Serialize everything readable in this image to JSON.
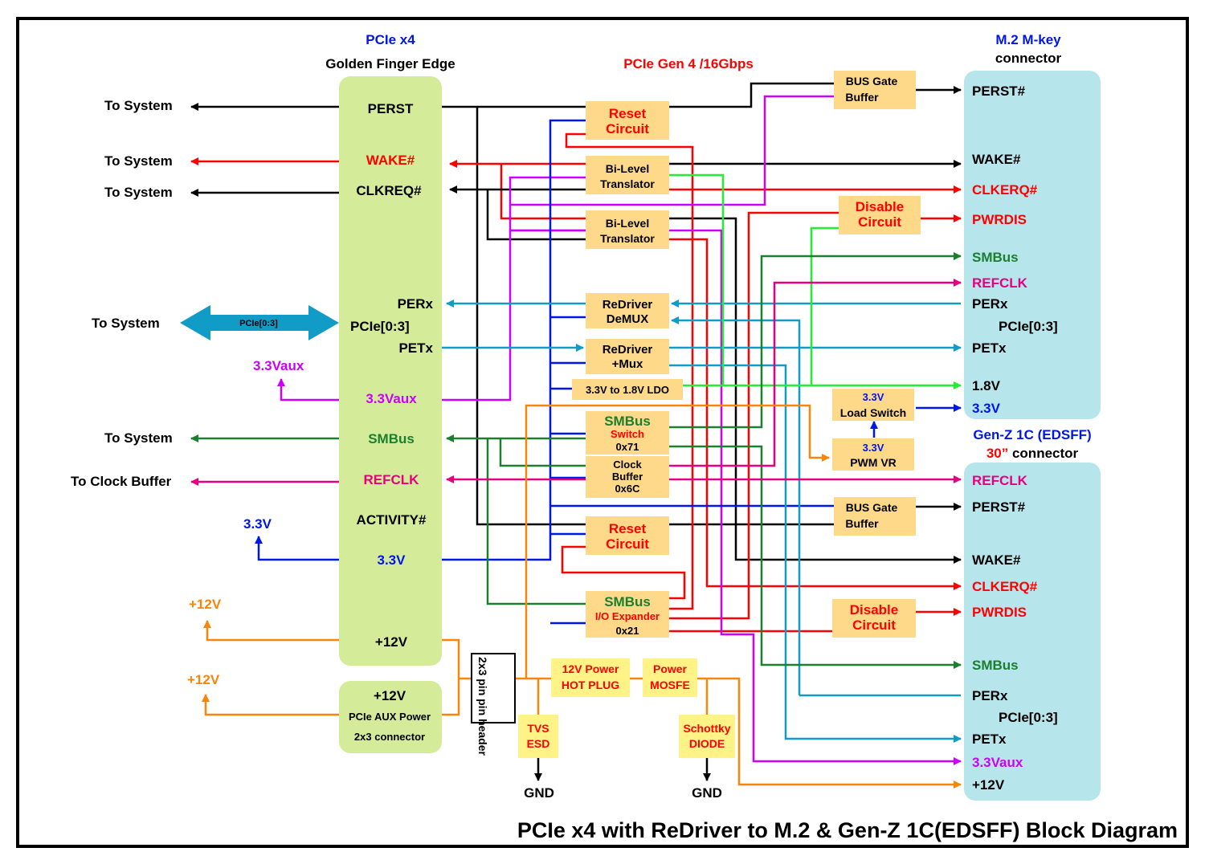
{
  "title": "PCIe x4 with ReDriver to M.2 & Gen-Z 1C(EDSFF) Block Diagram",
  "subtitle_speed": "PCIe Gen 4 /16Gbps",
  "colors": {
    "black": "#000000",
    "red": "#ff0000",
    "green": "#1a7f2e",
    "pink": "#e6007e",
    "blue": "#0016e8",
    "purple": "#cc00ff",
    "orange": "#f7860a",
    "teal": "#119cc8",
    "lime": "#22ee33",
    "edge_fill": "#d4ec9a",
    "conn_fill": "#b7e5ec",
    "box_fill": "#ffd98a",
    "power_fill": "#fff387"
  },
  "edge": {
    "header_line1": "PCIe x4",
    "header_line2": "Golden Finger Edge",
    "perst": "PERST",
    "wake": "WAKE#",
    "clkreq": "CLKREQ#",
    "perx": "PERx",
    "pcie": "PCIe[0:3]",
    "petx": "PETx",
    "v33aux": "3.3Vaux",
    "smbus": "SMBus",
    "refclk": "REFCLK",
    "activity": "ACTIVITY#",
    "v33": "3.3V",
    "v12": "+12V"
  },
  "aux_power": {
    "line1": "+12V",
    "line2": "PCIe AUX Power",
    "line3": "2x3 connector"
  },
  "left_labels": {
    "to_system_perst": "To System",
    "to_system_wake": "To System",
    "to_system_clkreq": "To System",
    "to_system_pcie": "To System",
    "pcie_arrow": "PCIe[0:3]",
    "v33aux": "3.3Vaux",
    "to_system_smbus": "To System",
    "to_clock_buffer": "To Clock Buffer",
    "v33": "3.3V",
    "v12_a": "+12V",
    "v12_b": "+12V"
  },
  "pin_header": "2x3 pin pin header",
  "boxes": {
    "reset1": [
      "Reset",
      "Circuit"
    ],
    "bilevel1": [
      "Bi-Level",
      "Translator"
    ],
    "bilevel2": [
      "Bi-Level",
      "Translator"
    ],
    "redriver_demux": [
      "ReDriver",
      "DeMUX"
    ],
    "redriver_mux": [
      "ReDriver",
      "+Mux"
    ],
    "ldo": "3.3V to 1.8V LDO",
    "smbus_switch": [
      "SMBus",
      "Switch",
      "0x71"
    ],
    "clock_buffer": [
      "Clock",
      "Buffer",
      "0x6C"
    ],
    "reset2": [
      "Reset",
      "Circuit"
    ],
    "smbus_io": [
      "SMBus",
      "I/O Expander",
      "0x21"
    ],
    "bus_gate1": [
      "BUS Gate",
      "Buffer"
    ],
    "bus_gate2": [
      "BUS Gate",
      "Buffer"
    ],
    "disable1": [
      "Disable",
      "Circuit"
    ],
    "disable2": [
      "Disable",
      "Circuit"
    ],
    "load_switch": [
      "3.3V",
      "Load Switch"
    ],
    "pwm_vr": [
      "3.3V",
      "PWM VR"
    ],
    "hot_plug": [
      "12V Power",
      "HOT PLUG"
    ],
    "mosfe": [
      "Power",
      "MOSFE"
    ],
    "tvs": [
      "TVS",
      "ESD"
    ],
    "schottky": [
      "Schottky",
      "DIODE"
    ],
    "gnd1": "GND",
    "gnd2": "GND"
  },
  "m2": {
    "header_line1": "M.2 M-key",
    "header_line2": "connector",
    "perst": "PERST#",
    "wake": "WAKE#",
    "clkreq": "CLKERQ#",
    "pwrdis": "PWRDIS",
    "smbus": "SMBus",
    "refclk": "REFCLK",
    "perx": "PERx",
    "pcie": "PCIe[0:3]",
    "petx": "PETx",
    "v18": "1.8V",
    "v33": "3.3V"
  },
  "genz": {
    "header_line1": "Gen-Z 1C (EDSFF)",
    "header_30": "30”",
    "header_conn": " connector",
    "refclk": "REFCLK",
    "perst": "PERST#",
    "wake": "WAKE#",
    "clkreq": "CLKERQ#",
    "pwrdis": "PWRDIS",
    "smbus": "SMBus",
    "perx": "PERx",
    "pcie": "PCIe[0:3]",
    "petx": "PETx",
    "v33aux": "3.3Vaux",
    "v12": "+12V"
  }
}
